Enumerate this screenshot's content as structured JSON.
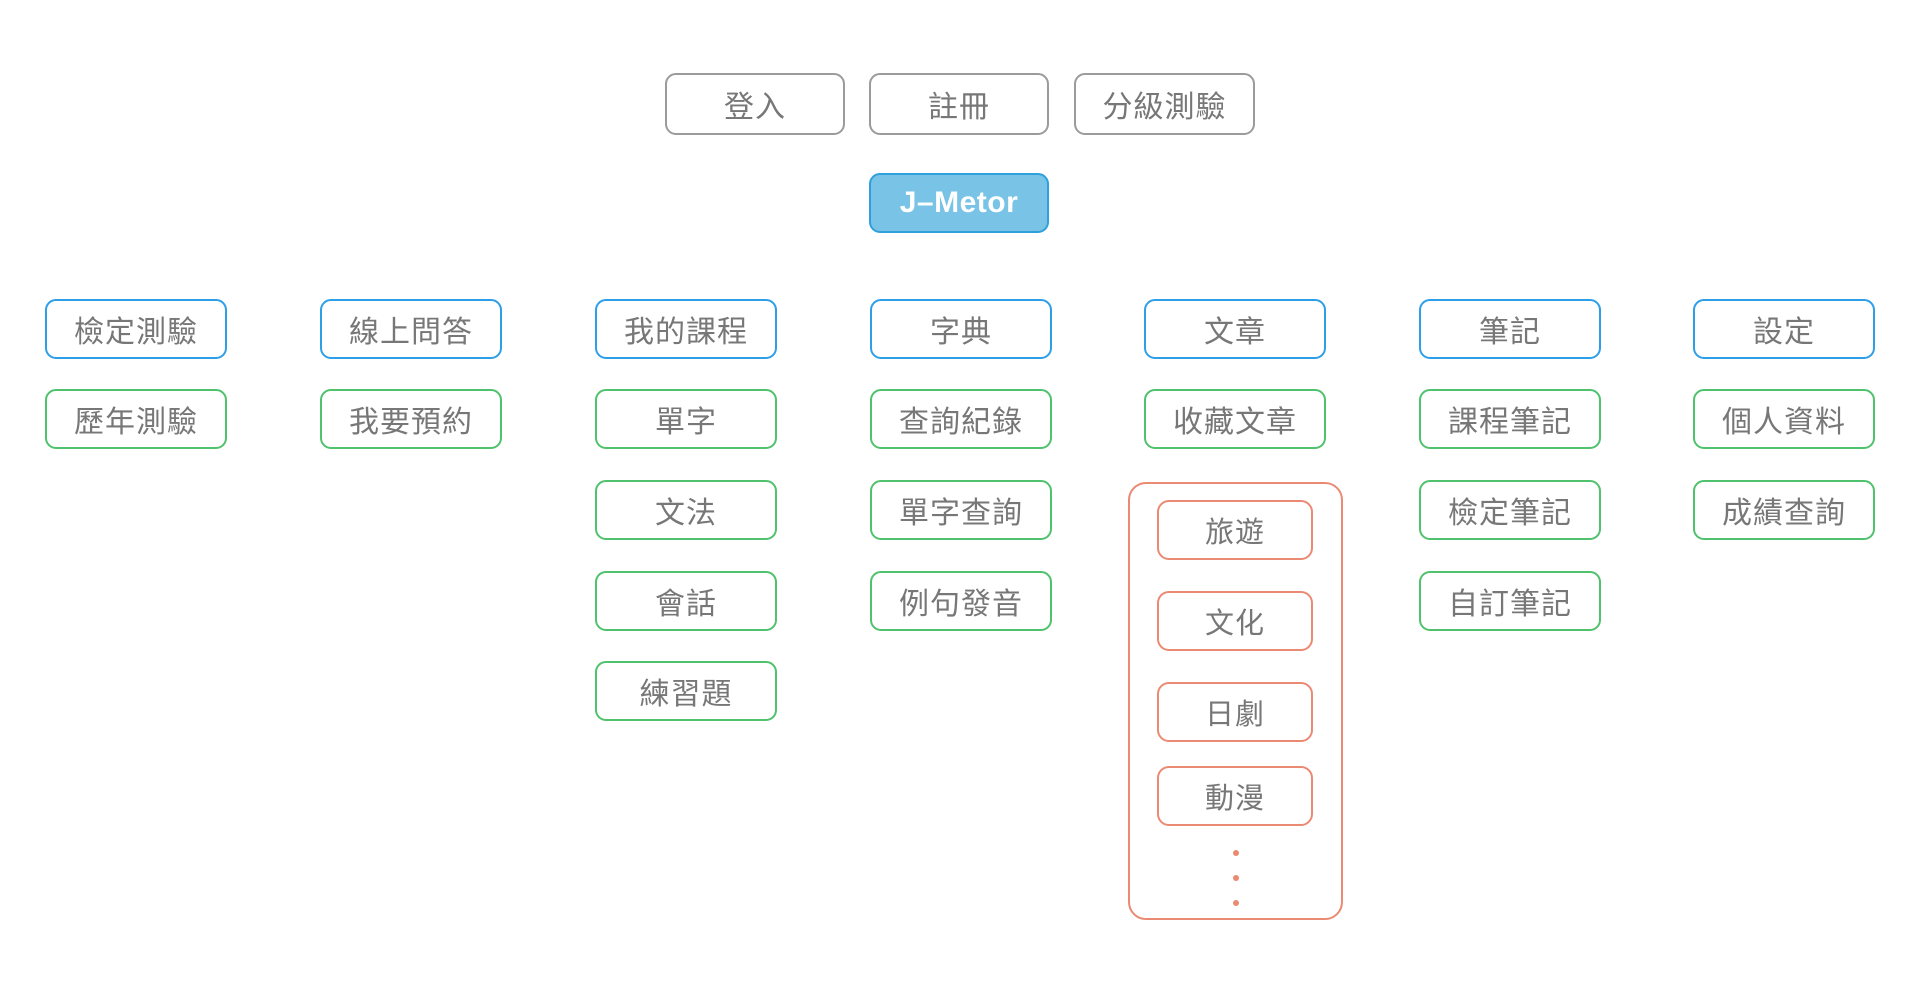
{
  "root": {
    "label": "J–Metor"
  },
  "top_actions": [
    "登入",
    "註冊",
    "分級測驗"
  ],
  "columns": [
    {
      "header": "檢定測驗",
      "items": [
        "歷年測驗"
      ]
    },
    {
      "header": "線上問答",
      "items": [
        "我要預約"
      ]
    },
    {
      "header": "我的課程",
      "items": [
        "單字",
        "文法",
        "會話",
        "練習題"
      ]
    },
    {
      "header": "字典",
      "items": [
        "查詢紀錄",
        "單字查詢",
        "例句發音"
      ]
    },
    {
      "header": "文章",
      "items": [
        "收藏文章"
      ],
      "group": [
        "旅遊",
        "文化",
        "日劇",
        "動漫"
      ]
    },
    {
      "header": "筆記",
      "items": [
        "課程筆記",
        "檢定筆記",
        "自訂筆記"
      ]
    },
    {
      "header": "設定",
      "items": [
        "個人資料",
        "成績查詢"
      ]
    }
  ],
  "icons": {
    "more_dots": "vertical-ellipsis"
  },
  "colors": {
    "gray_border": "#9B9B9B",
    "blue_border": "#2D9FE8",
    "green_border": "#50C16C",
    "red_border": "#EA8A73",
    "root_fill": "#79C4E6",
    "root_border": "#2FA0DB",
    "text": "#777777",
    "root_text": "#FFFFFF"
  }
}
